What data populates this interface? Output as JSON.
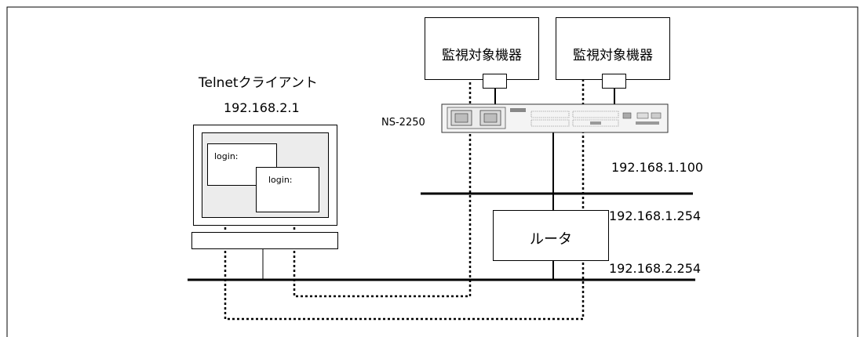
{
  "client": {
    "name": "Telnetクライアント",
    "ip": "192.168.2.1",
    "window1_text": "login:",
    "window2_text": "login:"
  },
  "devices": {
    "left_label": "監視対象機器",
    "right_label": "監視対象機器"
  },
  "console_server": {
    "model": "NS-2250"
  },
  "router": {
    "label": "ルータ"
  },
  "addresses": {
    "server_ip": "192.168.1.100",
    "router_upper_ip": "192.168.1.254",
    "router_lower_ip": "192.168.2.254"
  }
}
